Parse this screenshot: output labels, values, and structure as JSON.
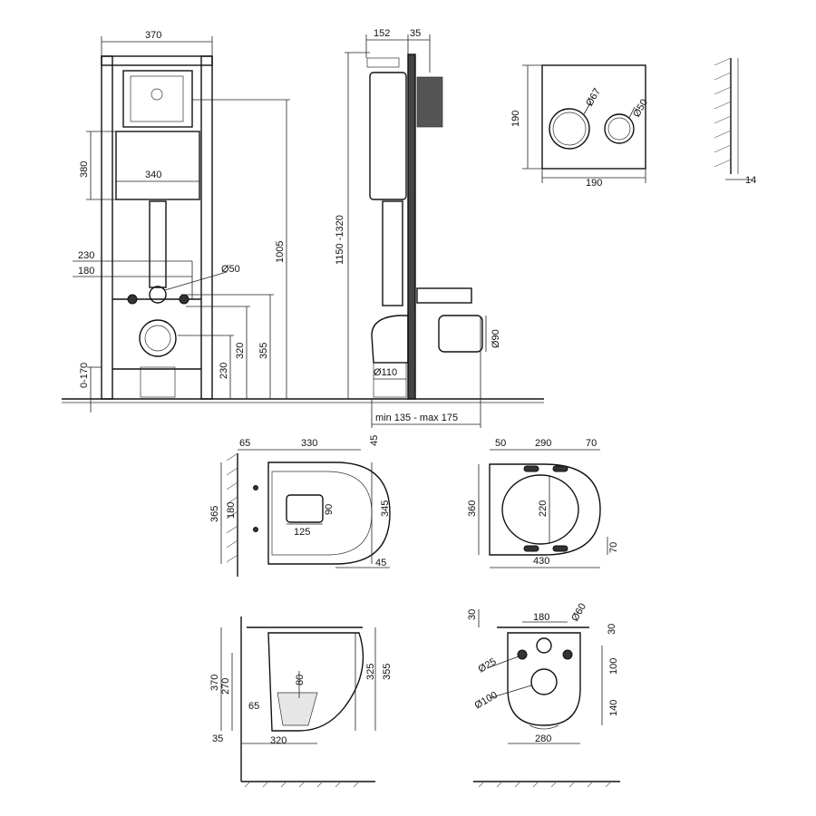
{
  "frame_front": {
    "width": "370",
    "cistern_width": "340",
    "cistern_height": "380",
    "bolt_outer": "230",
    "bolt_inner": "180",
    "drain_diameter": "Ø50",
    "height_total": "1005",
    "height_355": "355",
    "height_320": "320",
    "height_230": "230",
    "height_adjust": "0-170"
  },
  "frame_side": {
    "depth": "152",
    "panel_depth": "35",
    "install_height": "1150 -1320",
    "pipe_diameter": "Ø110",
    "outlet_diameter": "Ø90",
    "wall_distance": "min 135 - max 175"
  },
  "flush_plate": {
    "height": "190",
    "width": "190",
    "big_button": "Ø67",
    "small_button": "Ø50",
    "thickness": "14"
  },
  "bowl_top_left": {
    "offset": "65",
    "length": "330",
    "rim": "45",
    "total_depth": "365",
    "bolt_spacing": "180",
    "outlet_w": "125",
    "outlet_h": "90",
    "width": "345",
    "rim_bottom": "45"
  },
  "seat_top": {
    "left": "50",
    "middle": "290",
    "right": "70",
    "height": "360",
    "inner": "220",
    "hinge": "70",
    "length": "430"
  },
  "bowl_side": {
    "height_370": "370",
    "height_270": "270",
    "depth_80": "80",
    "spigot": "65",
    "height_325": "325",
    "height_355": "355",
    "base": "35",
    "length": "320"
  },
  "bowl_back": {
    "top_offset": "30",
    "bolt_spacing": "180",
    "top_hole": "Ø60",
    "right_offset": "30",
    "bolt_hole": "Ø25",
    "outlet": "Ø100",
    "v100": "100",
    "v140": "140",
    "width": "280"
  }
}
